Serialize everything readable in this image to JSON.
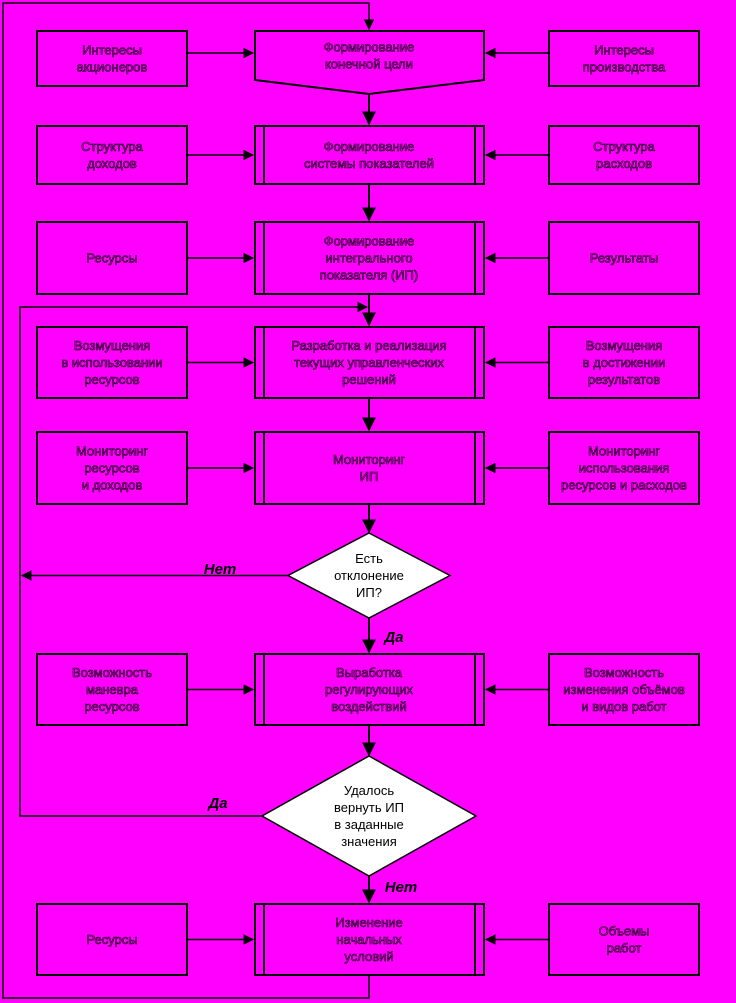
{
  "left_boxes": [
    [
      "Интересы",
      "акционеров"
    ],
    [
      "Структура",
      "доходов"
    ],
    [
      "Ресурсы"
    ],
    [
      "Возмущения",
      "в использовании",
      "ресурсов"
    ],
    [
      "Мониторинг",
      "ресурсов",
      "и доходов"
    ],
    [
      "Возможность",
      "маневра",
      "ресурсов"
    ],
    [
      "Ресурсы"
    ]
  ],
  "right_boxes": [
    [
      "Интересы",
      "производства"
    ],
    [
      "Структура",
      "расходов"
    ],
    [
      "Результаты"
    ],
    [
      "Возмущения",
      "в достижении",
      "результатов"
    ],
    [
      "Мониторинг",
      "использования",
      "ресурсов и расходов"
    ],
    [
      "Возможность",
      "изменения объёмов",
      "и видов работ"
    ],
    [
      "Объемы",
      "работ"
    ]
  ],
  "center_boxes": [
    [
      "Формирование",
      "конечной цели"
    ],
    [
      "Формирование",
      "системы показателей"
    ],
    [
      "Формирование",
      "интегрального",
      "показателя (ИП)"
    ],
    [
      "Разработка и реализация",
      "текущих управленческих",
      "решений"
    ],
    [
      "Мониторинг",
      "ИП"
    ],
    [
      "Выработка",
      "регулирующих",
      "воздействий"
    ],
    [
      "Изменение",
      "начальных",
      "условий"
    ]
  ],
  "decisions": [
    [
      "Есть",
      "отклонение",
      "ИП?"
    ],
    [
      "Удалось",
      "вернуть ИП",
      "в заданные",
      "значения"
    ]
  ],
  "labels": {
    "d1_no": "Нет",
    "d1_yes": "Да",
    "d2_yes": "Да",
    "d2_no": "Нет"
  }
}
